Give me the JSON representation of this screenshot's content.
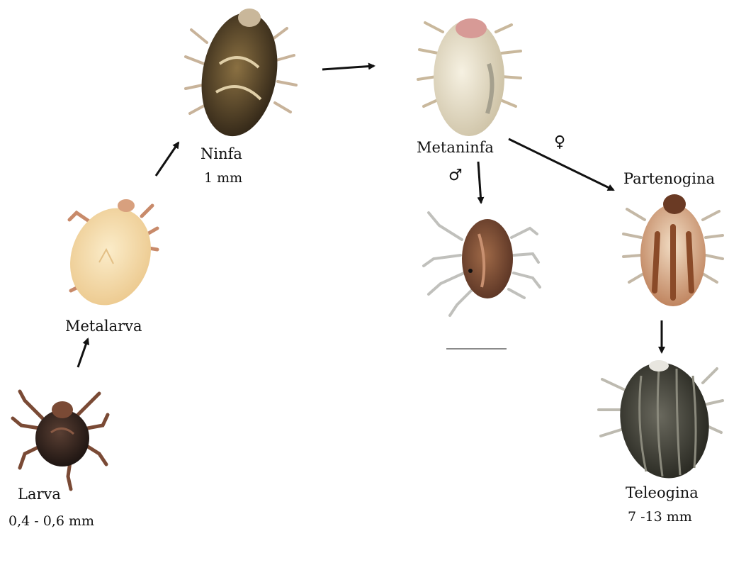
{
  "stages": {
    "larva": {
      "name": "Larva",
      "size": "0,4 - 0,6 mm",
      "body_color": "#3a2a22",
      "leg_color": "#7a4a35"
    },
    "metalarva": {
      "name": "Metalarva",
      "body_color": "#f3ddb0",
      "leg_color": "#c88a6a"
    },
    "ninfa": {
      "name": "Ninfa",
      "size": "1 mm",
      "body_color": "#5e4a2c",
      "leg_color": "#c8b39a"
    },
    "metaninfa": {
      "name": "Metaninfa",
      "body_color": "#e9e2cf",
      "leg_color": "#c9b89c"
    },
    "male": {
      "symbol": "♂",
      "body_color": "#7a4b36",
      "leg_color": "#c0c0bc"
    },
    "female": {
      "symbol": "♀"
    },
    "partenogina": {
      "name": "Partenogina",
      "body_color": "#9a5a38",
      "leg_color": "#c4b8a6"
    },
    "teleogina": {
      "name": "Teleogina",
      "size": "7 -13 mm",
      "body_color": "#3e3e36",
      "leg_color": "#bdbab0"
    }
  },
  "icons": {
    "arrow": "arrow-icon",
    "scale_bar": "scale-bar"
  }
}
